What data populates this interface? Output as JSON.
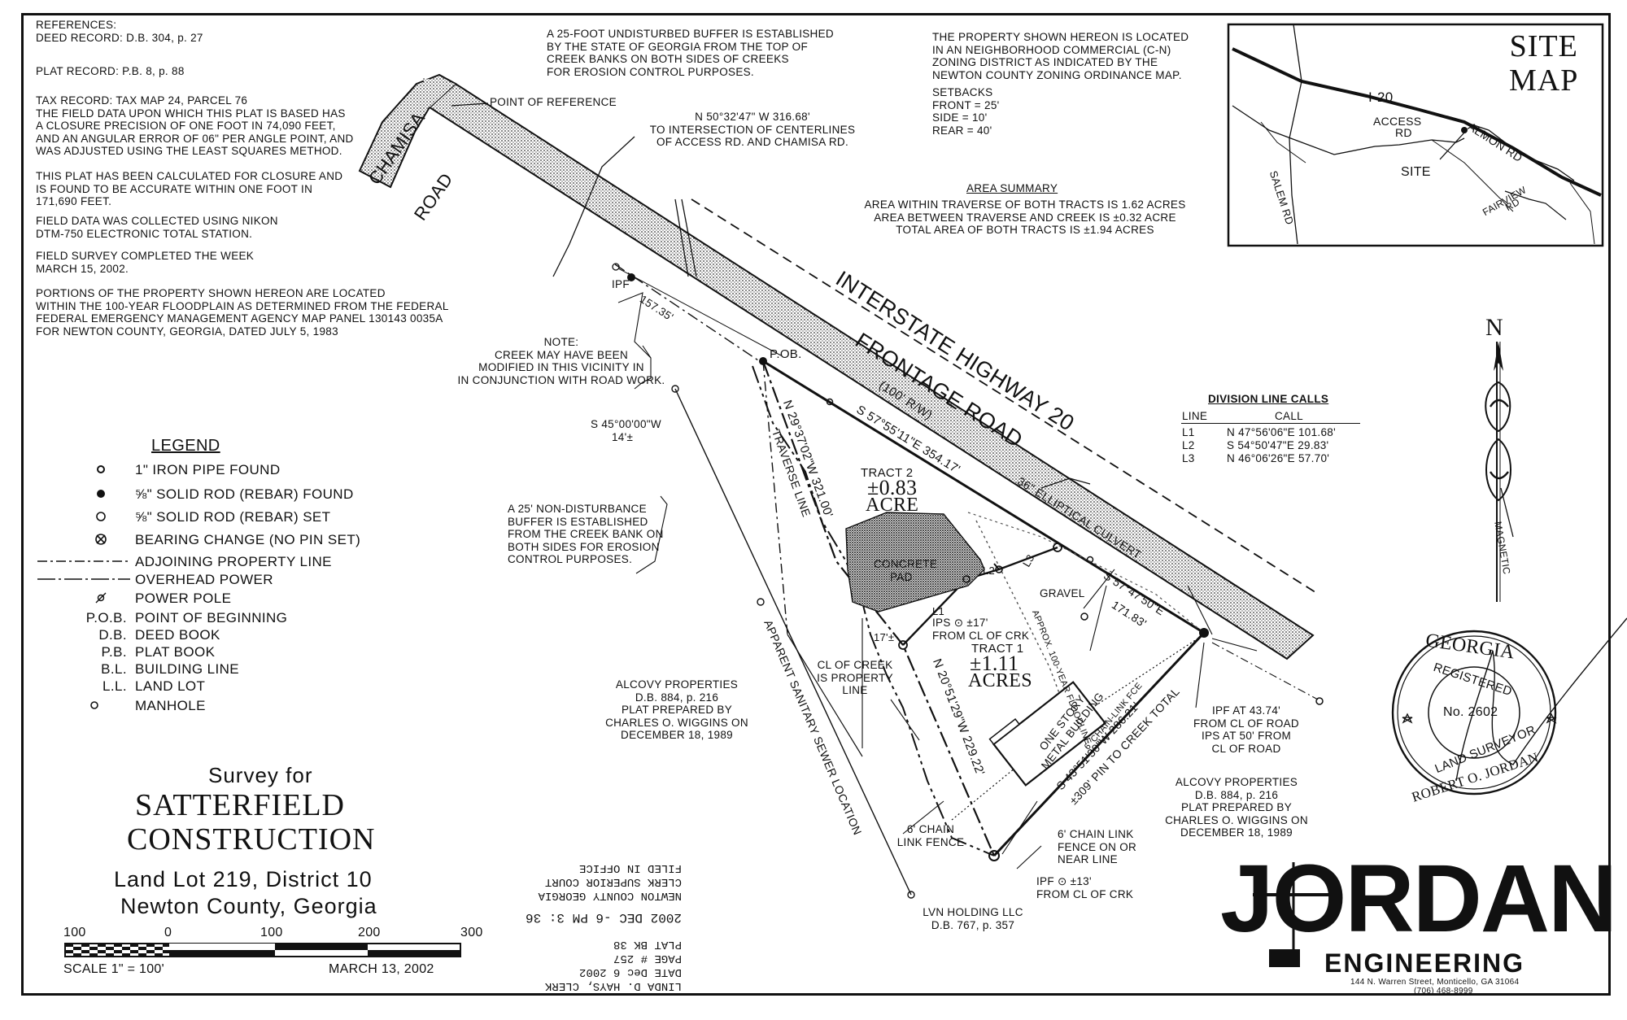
{
  "notes_left": {
    "references": [
      "REFERENCES:",
      "DEED RECORD: D.B. 304, p. 27"
    ],
    "plat_record": "PLAT RECORD: P.B. 8, p. 88",
    "tax_and_precision": [
      "TAX RECORD:  TAX MAP 24, PARCEL 76",
      "THE FIELD DATA UPON WHICH THIS PLAT IS BASED HAS",
      "A CLOSURE PRECISION OF ONE FOOT IN 74,090 FEET,",
      "AND AN ANGULAR ERROR OF 06\" PER ANGLE POINT, AND",
      "WAS ADJUSTED USING THE LEAST SQUARES METHOD."
    ],
    "closure": [
      "THIS PLAT HAS BEEN CALCULATED FOR CLOSURE AND",
      "IS FOUND TO BE ACCURATE WITHIN ONE FOOT IN",
      "171,690 FEET."
    ],
    "equipment": [
      "FIELD DATA WAS COLLECTED USING NIKON",
      "DTM-750 ELECTRONIC TOTAL STATION."
    ],
    "completed": [
      "FIELD SURVEY COMPLETED THE WEEK",
      "MARCH 15, 2002."
    ],
    "floodplain": [
      "PORTIONS OF THE PROPERTY SHOWN HEREON ARE LOCATED",
      "WITHIN THE 100-YEAR FLOODPLAIN AS DETERMINED FROM THE FEDERAL",
      "FEDERAL EMERGENCY MANAGEMENT AGENCY MAP PANEL 130143 0035A",
      "FOR NEWTON COUNTY, GEORGIA, DATED JULY 5, 1983"
    ]
  },
  "notes_top": {
    "buffer": [
      "A 25-FOOT UNDISTURBED BUFFER IS ESTABLISHED",
      "BY THE STATE OF GEORGIA FROM THE TOP OF",
      "CREEK BANKS ON BOTH SIDES OF CREEKS",
      "FOR EROSION CONTROL PURPOSES."
    ],
    "zoning": [
      "THE PROPERTY SHOWN HEREON IS LOCATED",
      "IN AN NEIGHBORHOOD COMMERCIAL (C-N)",
      "ZONING DISTRICT AS INDICATED BY THE",
      "NEWTON COUNTY ZONING ORDINANCE MAP."
    ],
    "setbacks": [
      "SETBACKS",
      "FRONT = 25'",
      "SIDE = 10'",
      "REAR = 40'"
    ],
    "area_title": "AREA SUMMARY",
    "area_lines": [
      "AREA WITHIN TRAVERSE OF BOTH TRACTS IS 1.62 ACRES",
      "AREA BETWEEN TRAVERSE AND CREEK IS ±0.32 ACRE",
      "TOTAL AREA OF BOTH TRACTS IS ±1.94 ACRES"
    ],
    "intersection": [
      "N 50°32'47\" W 316.68'",
      "TO INTERSECTION OF CENTERLINES",
      "OF ACCESS RD. AND CHAMISA RD."
    ],
    "point_of_reference": "POINT OF REFERENCE"
  },
  "site_map": {
    "title_1": "SITE",
    "title_2": "MAP",
    "labels": {
      "i20": "I-20",
      "access": "ACCESS",
      "access2": "RD",
      "almon": "ALMON RD",
      "site": "SITE",
      "salem": "SALEM RD",
      "fairview": "FAIRVIEW",
      "fairview2": "RD"
    }
  },
  "division_lines": {
    "title": "DIVISION LINE CALLS",
    "headers": [
      "LINE",
      "CALL"
    ],
    "rows": [
      [
        "L1",
        "N 47°56'06\"E 101.68'"
      ],
      [
        "L2",
        "S 54°50'47\"E 29.83'"
      ],
      [
        "L3",
        "N 46°06'26\"E 57.70'"
      ]
    ]
  },
  "north_arrow": {
    "north": "N",
    "magnetic": "MAGNETIC"
  },
  "seal": {
    "state": "GEORGIA",
    "registered": "REGISTERED",
    "number": "No. 2602",
    "role": "LAND SURVEYOR",
    "name": "ROBERT O. JORDAN"
  },
  "legend": {
    "title": "LEGEND",
    "items": [
      "1\" IRON PIPE FOUND",
      "⅝\" SOLID ROD (REBAR) FOUND",
      "⅝\" SOLID ROD (REBAR) SET",
      "BEARING CHANGE (NO PIN SET)",
      "ADJOINING PROPERTY LINE",
      "OVERHEAD POWER",
      "POWER POLE",
      "POINT OF BEGINNING",
      "DEED BOOK",
      "PLAT BOOK",
      "BUILDING LINE",
      "LAND LOT",
      "MANHOLE"
    ],
    "abbr": [
      "P.O.B.",
      "D.B.",
      "P.B.",
      "B.L.",
      "L.L."
    ]
  },
  "title_block": {
    "survey_for": "Survey for",
    "client_1": "SATTERFIELD",
    "client_2": "CONSTRUCTION",
    "land_lot": "Land Lot 219, District 10",
    "county": "Newton County, Georgia",
    "scale_ticks": [
      "100",
      "0",
      "100",
      "200",
      "300"
    ],
    "scale": "SCALE 1\" = 100'",
    "date": "MARCH 13, 2002"
  },
  "stamp": [
    "LINDA D. HAYS, CLERK",
    "DATE Dec 6 2002",
    "PAGE # 257",
    "PLAT BK 38",
    "2002 DEC -6 PM 3: 36",
    "NEWTON COUNTY GEORGIA",
    "CLERK SUPERIOR COURT",
    "FILED IN OFFICE"
  ],
  "company": {
    "name": "JORDAN",
    "sub": "ENGINEERING",
    "address": "144 N. Warren Street, Monticello, GA 31064",
    "phone": "(706) 468-8999"
  },
  "plan_labels": {
    "chamisa": "CHAMISA",
    "road": "ROAD",
    "ipf": "IPF",
    "dist_157": "157.35'",
    "creek_note": [
      "NOTE:",
      "CREEK MAY HAVE BEEN",
      "MODIFIED IN THIS VICINITY IN",
      "IN CONJUNCTION WITH ROAD WORK."
    ],
    "pob": "P.OB.",
    "s45": "S 45°00'00\"W",
    "s45b": "14'±",
    "interstate": "INTERSTATE HIGHWAY 20",
    "frontage": "FRONTAGE ROAD",
    "rw": "(100' R/W)",
    "s57": "S 57°55'11\"E 354.17'",
    "n29": "N 29°37'02\"W 321.00'",
    "traverse": "TRAVERSE LINE",
    "culvert": "36\" ELLIPTICAL CULVERT",
    "tract2": "TRACT 2",
    "tract2_area": "±0.83",
    "tract2_unit": "ACRE",
    "pad_1": "CONCRETE",
    "pad_2": "PAD",
    "nd_buffer": [
      "A 25' NON-DISTURBANCE",
      "BUFFER IS ESTABLISHED",
      "FROM THE CREEK BANK ON",
      "BOTH SIDES FOR EROSION",
      "CONTROL PURPOSES."
    ],
    "gravel": "GRAVEL",
    "s57b": "S 57°47'50\"E",
    "d171": "171.83'",
    "ips": [
      "IPS ⊙ ±17'",
      "FROM CL OF CRK"
    ],
    "tract1": "TRACT 1",
    "tract1_area": "±1.11",
    "tract1_unit": "ACRES",
    "flood_line": "APPROX. 100-YEAR FLOODLINE",
    "building": [
      "ONE STORY",
      "METAL BUILDING"
    ],
    "n20": "N 20°51'29\"W 229.22'",
    "s43": "S 43°51'30\"W 286.21'",
    "to_creek": "±309' PIN TO CREEK TOTAL",
    "chain_fce": "6' CHAIN-LINK FCE",
    "cl_creek": [
      "CL OF CREEK",
      "IS PROPERTY",
      "LINE"
    ],
    "alcovy_1": [
      "ALCOVY PROPERTIES",
      "D.B. 884, p. 216",
      "PLAT PREPARED BY",
      "CHARLES O. WIGGINS ON",
      "DECEMBER 18, 1989"
    ],
    "sewer": "APPARENT SANITARY SEWER LOCATION",
    "fence6": [
      "6' CHAIN",
      "LINK FENCE"
    ],
    "fence6b": [
      "6' CHAIN LINK",
      "FENCE ON OR",
      "NEAR LINE"
    ],
    "ipf13": [
      "IPF ⊙ ±13'",
      "FROM CL OF CRK"
    ],
    "lvn": [
      "LVN HOLDING LLC",
      "D.B. 767, p. 357"
    ],
    "ipf43": [
      "IPF AT 43.74'",
      "FROM CL OF ROAD",
      "IPS AT 50' FROM",
      "CL OF ROAD"
    ],
    "alcovy_2": [
      "ALCOVY PROPERTIES",
      "D.B. 884, p. 216",
      "PLAT PREPARED BY",
      "CHARLES O. WIGGINS ON",
      "DECEMBER 18, 1989"
    ],
    "l1": "L1",
    "l2": "L2",
    "l3": "L3",
    "d17": "17'±"
  }
}
